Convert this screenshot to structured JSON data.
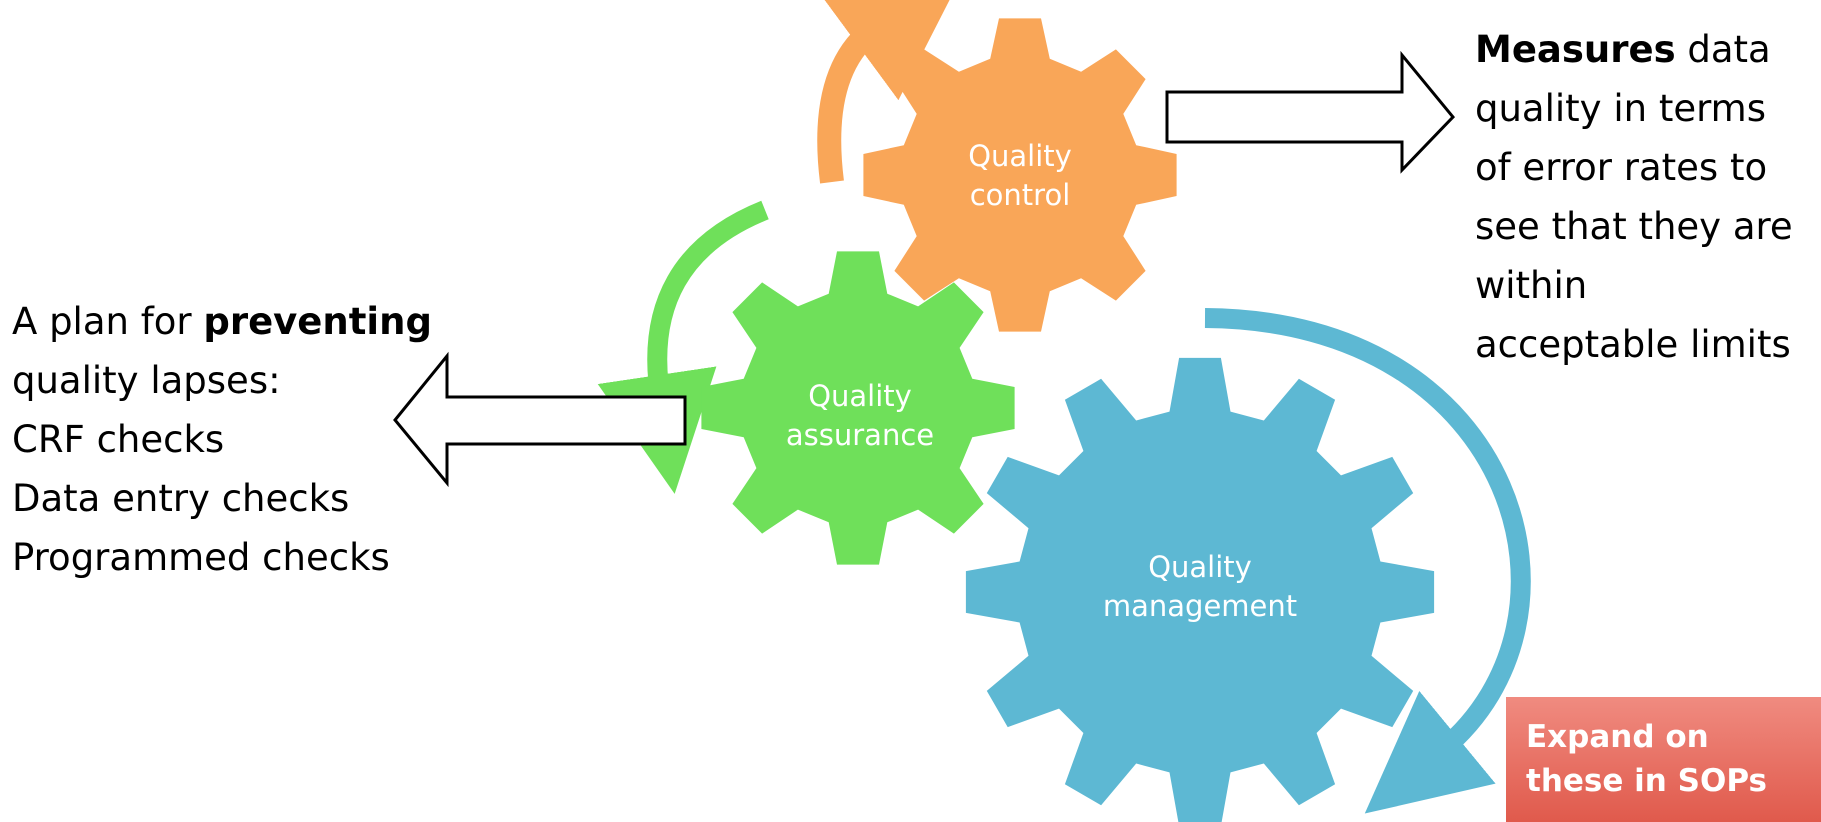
{
  "gears": {
    "control": {
      "line1": "Quality",
      "line2": "control",
      "color": "#f9a658"
    },
    "assurance": {
      "line1": "Quality",
      "line2": "assurance",
      "color": "#6fe05a"
    },
    "management": {
      "line1": "Quality",
      "line2": "management",
      "color": "#5db8d3"
    }
  },
  "measures_text": {
    "bold": "Measures",
    "rest": " data",
    "lines": [
      "quality in terms",
      "of error rates to",
      "see that they are",
      "within",
      "acceptable limits"
    ]
  },
  "plan_text": {
    "prefix": "A plan for ",
    "bold": "preventing",
    "lines": [
      "quality lapses:",
      "CRF checks",
      "Data entry checks",
      "Programmed checks"
    ]
  },
  "sop_box": {
    "line1": "Expand on",
    "line2": "these in SOPs",
    "color": "#e9695c"
  }
}
